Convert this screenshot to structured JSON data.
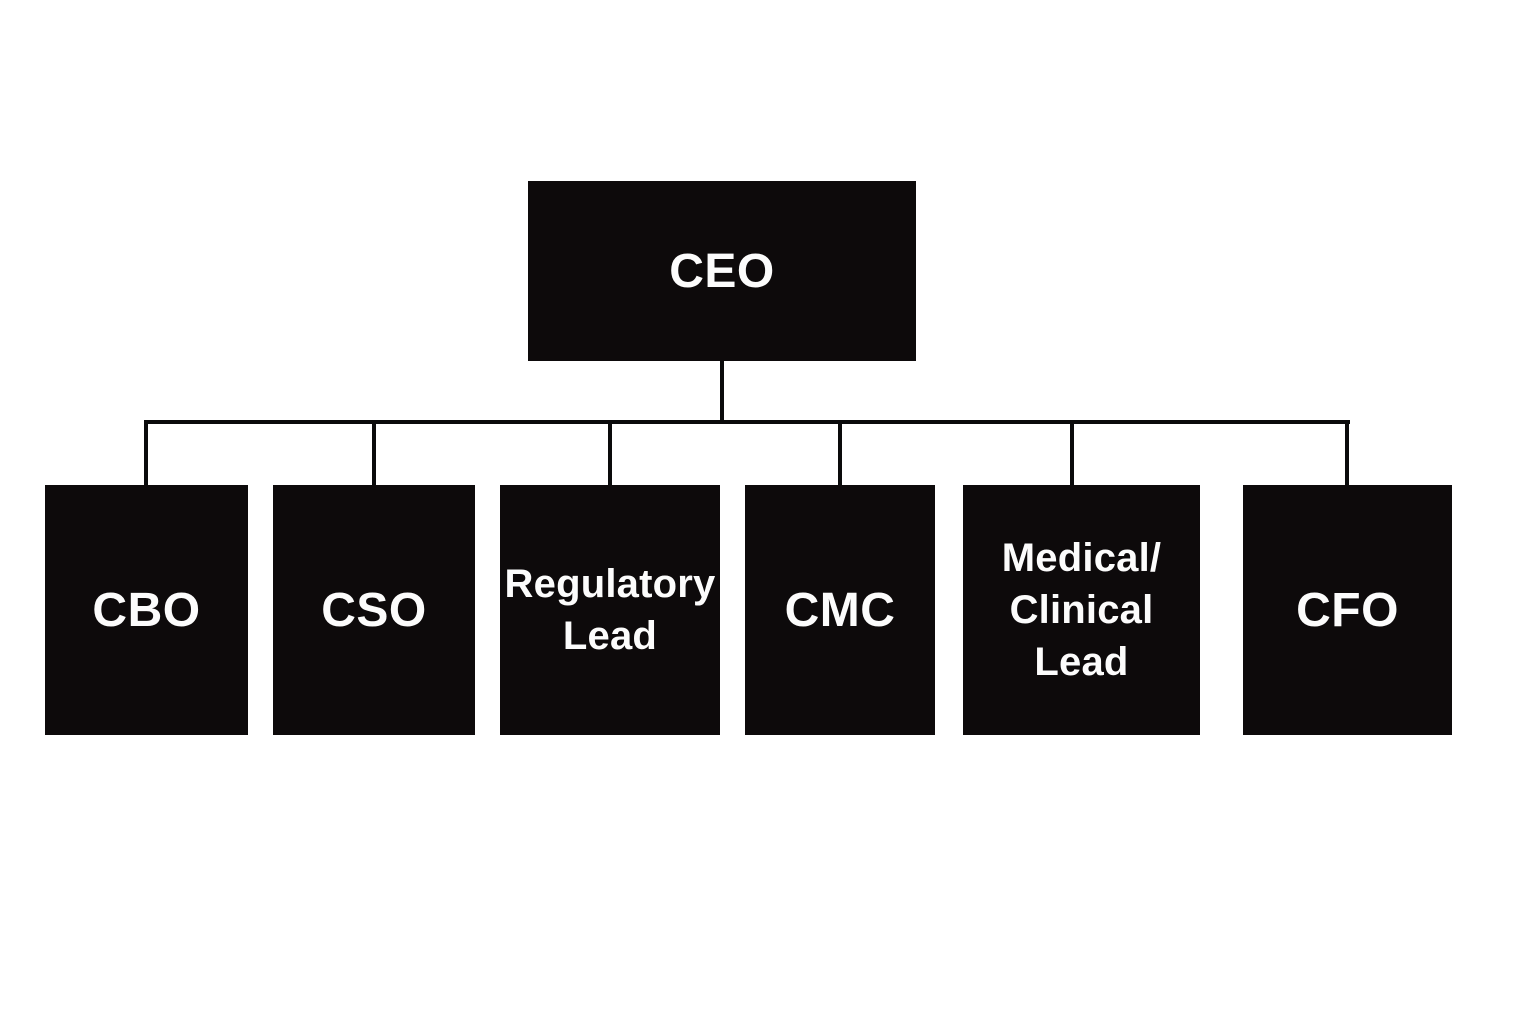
{
  "org_chart": {
    "type": "org-chart",
    "root": {
      "id": "ceo",
      "label": "CEO"
    },
    "children": [
      {
        "id": "cbo",
        "label": "CBO"
      },
      {
        "id": "cso",
        "label": "CSO"
      },
      {
        "id": "regulatory-lead",
        "label": "Regulatory\nLead"
      },
      {
        "id": "cmc",
        "label": "CMC"
      },
      {
        "id": "medical-clinical-lead",
        "label": "Medical/\nClinical\nLead"
      },
      {
        "id": "cfo",
        "label": "CFO"
      }
    ],
    "colors": {
      "box_fill": "#0d0a0b",
      "box_text": "#fcfcfc",
      "connector": "#0a0a0b",
      "background": "#ffffff"
    }
  }
}
